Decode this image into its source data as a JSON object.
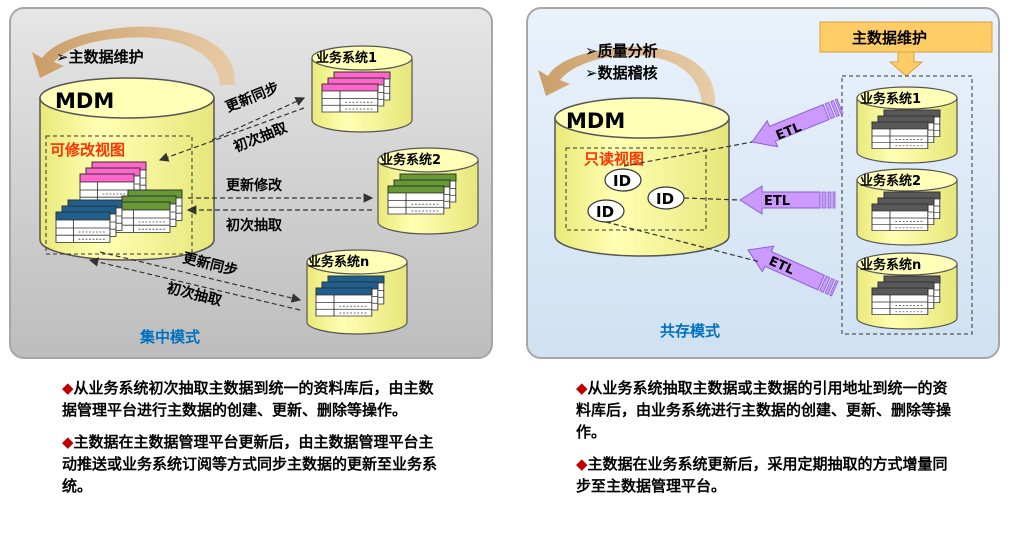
{
  "left": {
    "top_label": "➢主数据维护",
    "mdm": "MDM",
    "view": "可修改视图",
    "mode": "集中模式",
    "sys1": "业务系统1",
    "sys2": "业务系统2",
    "sysn": "业务系统n",
    "a1_top": "更新同步",
    "a1_bottom": "初次抽取",
    "a2_top": "更新修改",
    "a2_bottom": "初次抽取",
    "a3_top": "更新同步",
    "a3_bottom": "初次抽取",
    "desc": [
      "从业务系统初次抽取主数据到统一的资料库后，由主数据管理平台进行主数据的创建、更新、删除等操作。",
      "主数据在主数据管理平台更新后，由主数据管理平台主动推送或业务系统订阅等方式同步主数据的更新至业务系统。"
    ]
  },
  "right": {
    "top_label1": "➢质量分析",
    "top_label2": "➢数据稽核",
    "mdm": "MDM",
    "view": "只读视图",
    "id": "ID",
    "etl": "ETL",
    "maint": "主数据维护",
    "mode": "共存模式",
    "sys1": "业务系统1",
    "sys2": "业务系统2",
    "sysn": "业务系统n",
    "desc": [
      "从业务系统抽取主数据或主数据的引用地址到统一的资料库后，由业务系统进行主数据的创建、更新、删除等操作。",
      "主数据在业务系统更新后，采用定期抽取的方式增量同步至主数据管理平台。"
    ]
  },
  "bullet": "◆",
  "colors": {
    "left_bg": "#cbcbcb",
    "right_bg": "#dbe9f5",
    "cylinder": "#ffff99",
    "pink": "#ff66cc",
    "green": "#669933",
    "blue": "#1f5f8f",
    "gray": "#595959",
    "etl": "#cc99ff",
    "maint": "#ffcc66",
    "red": "#ff3300",
    "mode_text": "#0070c0"
  }
}
